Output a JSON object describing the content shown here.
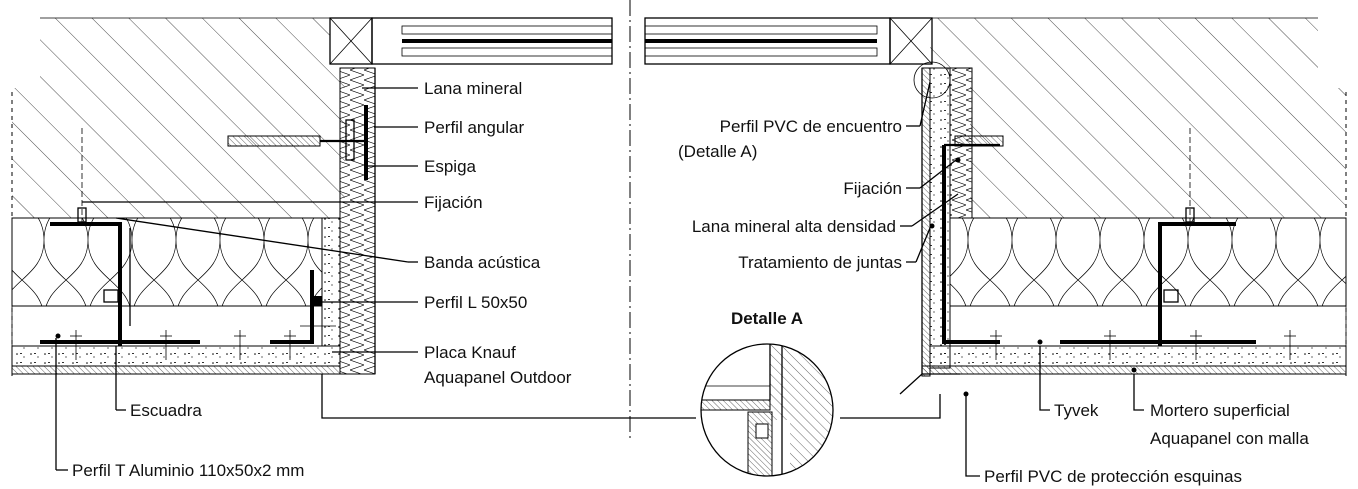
{
  "labels_left": {
    "lana_mineral": "Lana mineral",
    "perfil_angular": "Perfil angular",
    "espiga": "Espiga",
    "fijacion": "Fijación",
    "banda_acustica": "Banda acústica",
    "perfil_l": "Perfil L 50x50",
    "placa_knauf_1": "Placa Knauf",
    "placa_knauf_2": "Aquapanel Outdoor",
    "escuadra": "Escuadra",
    "perfil_t": "Perfil T Aluminio 110x50x2 mm"
  },
  "labels_right": {
    "perfil_pvc_encuentro": "Perfil PVC de encuentro",
    "detalle_a_ref": "(Detalle A)",
    "fijacion": "Fijación",
    "lana_alta_densidad": "Lana mineral alta densidad",
    "tratamiento_juntas": "Tratamiento de juntas",
    "tyvek": "Tyvek",
    "mortero_1": "Mortero superficial",
    "mortero_2": "Aquapanel con malla",
    "perfil_pvc_esquinas": "Perfil PVC de protección esquinas"
  },
  "detail": {
    "title": "Detalle A"
  }
}
